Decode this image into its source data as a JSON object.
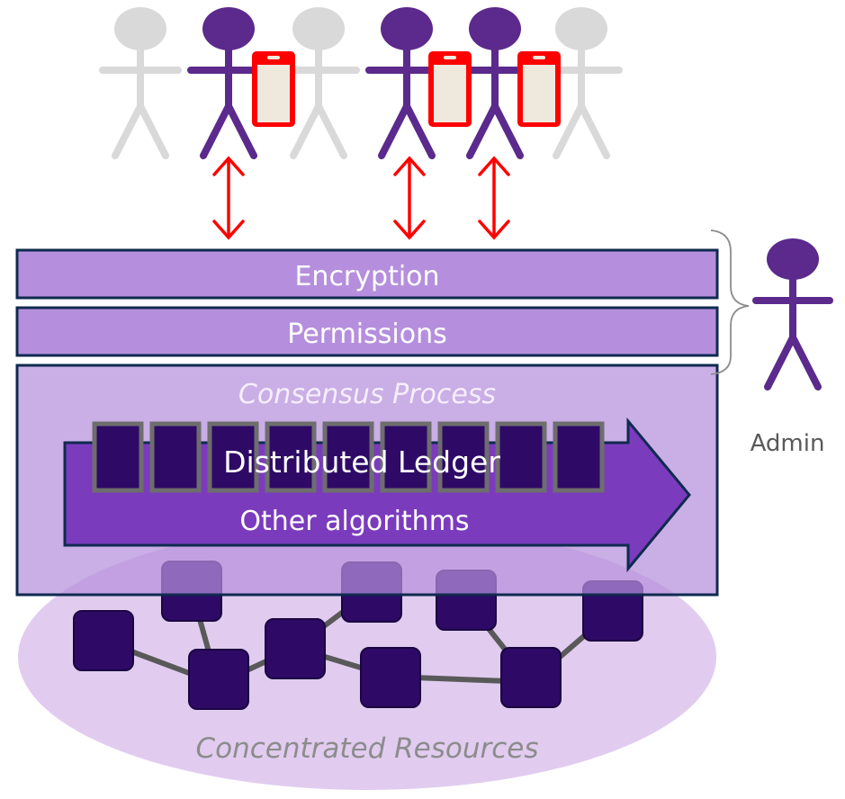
{
  "layers": {
    "encryption": "Encryption",
    "permissions": "Permissions",
    "consensus": "Consensus Process",
    "ledger": "Distributed Ledger",
    "algorithms": "Other algorithms"
  },
  "resources_label": "Concentrated Resources",
  "admin_label": "Admin",
  "colors": {
    "user_inactive": "#d9d9d9",
    "user_active": "#5b2a8c",
    "phone": "#ff0000",
    "layer_fill": "#b58fdd",
    "consensus_fill": "#c8a6e6",
    "layer_border": "#0f2a4f",
    "arrow_fill": "#7b3bbd",
    "ledger_block": "#2e0a66",
    "ellipse_fill": "#e1ccf0",
    "resource_node": "#2e0a66",
    "link": "#595959",
    "double_arrow": "#ff0000"
  }
}
